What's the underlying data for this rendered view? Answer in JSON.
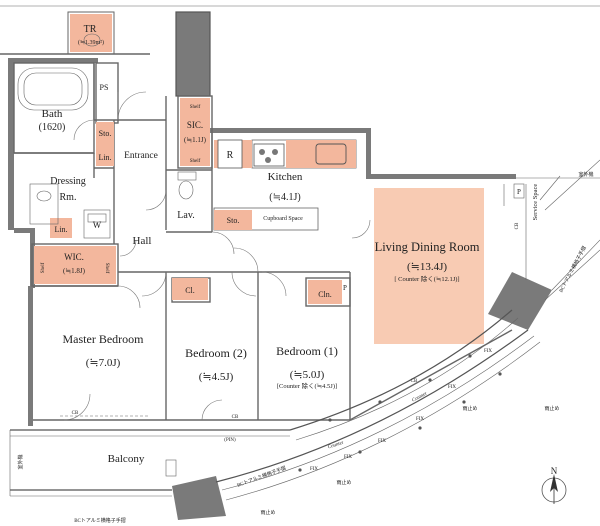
{
  "rooms": {
    "tr": {
      "label": "TR",
      "area": "(≒1.39m²)"
    },
    "ps": {
      "label": "PS"
    },
    "bath": {
      "label": "Bath",
      "size": "(1620)"
    },
    "sto_entrance": {
      "label": "Sto."
    },
    "lin_entrance": {
      "label": "Lin."
    },
    "entrance": {
      "label": "Entrance"
    },
    "sic": {
      "label": "SIC.",
      "area": "(≒1.1J)",
      "shelf_top": "Shelf",
      "shelf_bottom": "Shelf"
    },
    "r_mark": {
      "label": "R"
    },
    "kitchen": {
      "label": "Kitchen",
      "area": "(≒4.1J)"
    },
    "dressing": {
      "label": "Dressing",
      "sub": "Rm."
    },
    "lin_dressing": {
      "label": "Lin."
    },
    "w_mark": {
      "label": "W"
    },
    "lav": {
      "label": "Lav."
    },
    "sto_kitchen": {
      "label": "Sto."
    },
    "cupboard": {
      "label": "Cupboard Space"
    },
    "hall": {
      "label": "Hall"
    },
    "wic": {
      "label": "WIC.",
      "area": "(≒1.8J)",
      "shelf_left": "Shelf",
      "shelf_right": "Shelf"
    },
    "cl": {
      "label": "Cl."
    },
    "cln": {
      "label": "Cln."
    },
    "p_mark": {
      "label": "P"
    },
    "master": {
      "label": "Master Bedroom",
      "area": "(≒7.0J)"
    },
    "bedroom2": {
      "label": "Bedroom (2)",
      "area": "(≒4.5J)"
    },
    "bedroom1": {
      "label": "Bedroom (1)",
      "area": "(≒5.0J)",
      "note": "[Counter 除く(≒4.5J)]"
    },
    "ldr": {
      "label": "Living Dining Room",
      "area": "(≒13.4J)",
      "note": "[ Counter 除く(≒12.1J)]"
    },
    "balcony": {
      "label": "Balcony"
    },
    "service": {
      "label": "Service Space",
      "p_mark": "P",
      "aircon": "室外機"
    }
  },
  "annotations": {
    "cb1": "CB",
    "cb2": "CB",
    "cb3": "CB",
    "cb_right": "CB",
    "pin": "(PIN)",
    "fix": [
      "FIX",
      "FIX",
      "FIX",
      "FIX",
      "FIX",
      "FIX"
    ],
    "counter1": "Counter",
    "counter2": "Counter",
    "stop1": "雨止め",
    "stop2": "雨止め",
    "stop3": "雨止め",
    "rail_bottom": "BCトアルミ横格子手摺",
    "rail_right": "BCトアルミ横格子手摺",
    "rail_diag": "BCトアルミ横格子手摺",
    "balcony_left": "室外機",
    "north": "N"
  }
}
